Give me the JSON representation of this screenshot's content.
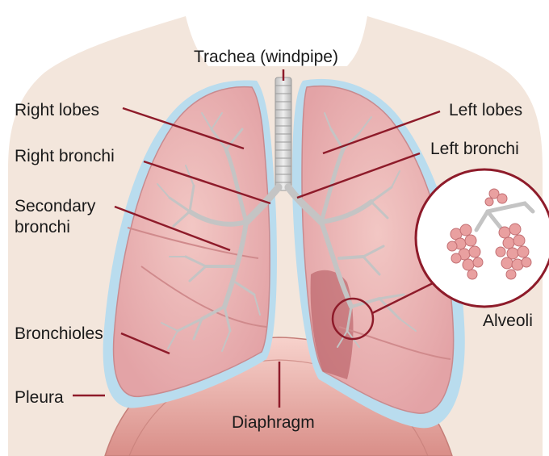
{
  "labels": {
    "trachea": "Trachea (windpipe)",
    "right_lobes": "Right lobes",
    "right_bronchi": "Right bronchi",
    "secondary_bronchi_line1": "Secondary",
    "secondary_bronchi_line2": "bronchi",
    "bronchioles": "Bronchioles",
    "pleura": "Pleura",
    "diaphragm": "Diaphragm",
    "left_lobes": "Left lobes",
    "left_bronchi": "Left bronchi",
    "alveoli": "Alveoli"
  },
  "colors": {
    "skin": "#f3e6dc",
    "pleura": "#b9dcee",
    "lung": "#e9b3b3",
    "lung_dark": "#c98a8e",
    "bronchi": "#c9c9c9",
    "leader": "#8e1b2a",
    "diaphragm": "#e9a9a2"
  }
}
